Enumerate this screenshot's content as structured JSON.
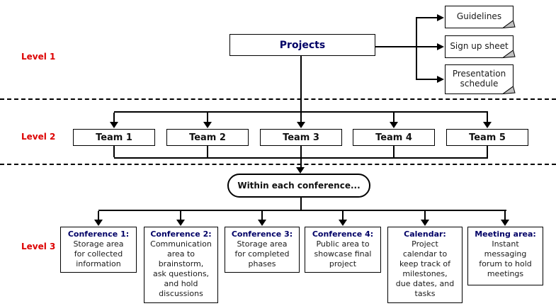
{
  "colors": {
    "background": "#ffffff",
    "level_label": "#dd0000",
    "heading": "#000066",
    "body_text": "#1a1a1a",
    "line": "#000000",
    "fold": "#c0c0c0"
  },
  "levels": [
    {
      "label": "Level 1"
    },
    {
      "label": "Level 2"
    },
    {
      "label": "Level 3"
    }
  ],
  "root": {
    "label": "Projects"
  },
  "documents": [
    {
      "label": "Guidelines"
    },
    {
      "label": "Sign up sheet"
    },
    {
      "label": "Presentation schedule"
    }
  ],
  "teams": [
    {
      "label": "Team 1"
    },
    {
      "label": "Team 2"
    },
    {
      "label": "Team 3"
    },
    {
      "label": "Team 4"
    },
    {
      "label": "Team 5"
    }
  ],
  "note": {
    "label": "Within each conference..."
  },
  "areas": [
    {
      "title": "Conference 1:",
      "body": "Storage area\nfor collected\ninformation"
    },
    {
      "title": "Conference 2:",
      "body": "Communication\narea to\nbrainstorm,\nask questions,\nand hold\ndiscussions"
    },
    {
      "title": "Conference 3:",
      "body": "Storage area\nfor completed\nphases"
    },
    {
      "title": "Conference 4:",
      "body": "Public area to\nshowcase final\nproject"
    },
    {
      "title": "Calendar:",
      "body": "Project\ncalendar to\nkeep track of\nmilestones,\ndue dates, and\ntasks"
    },
    {
      "title": "Meeting area:",
      "body": "Instant\nmessaging\nforum to hold\nmeetings"
    }
  ]
}
